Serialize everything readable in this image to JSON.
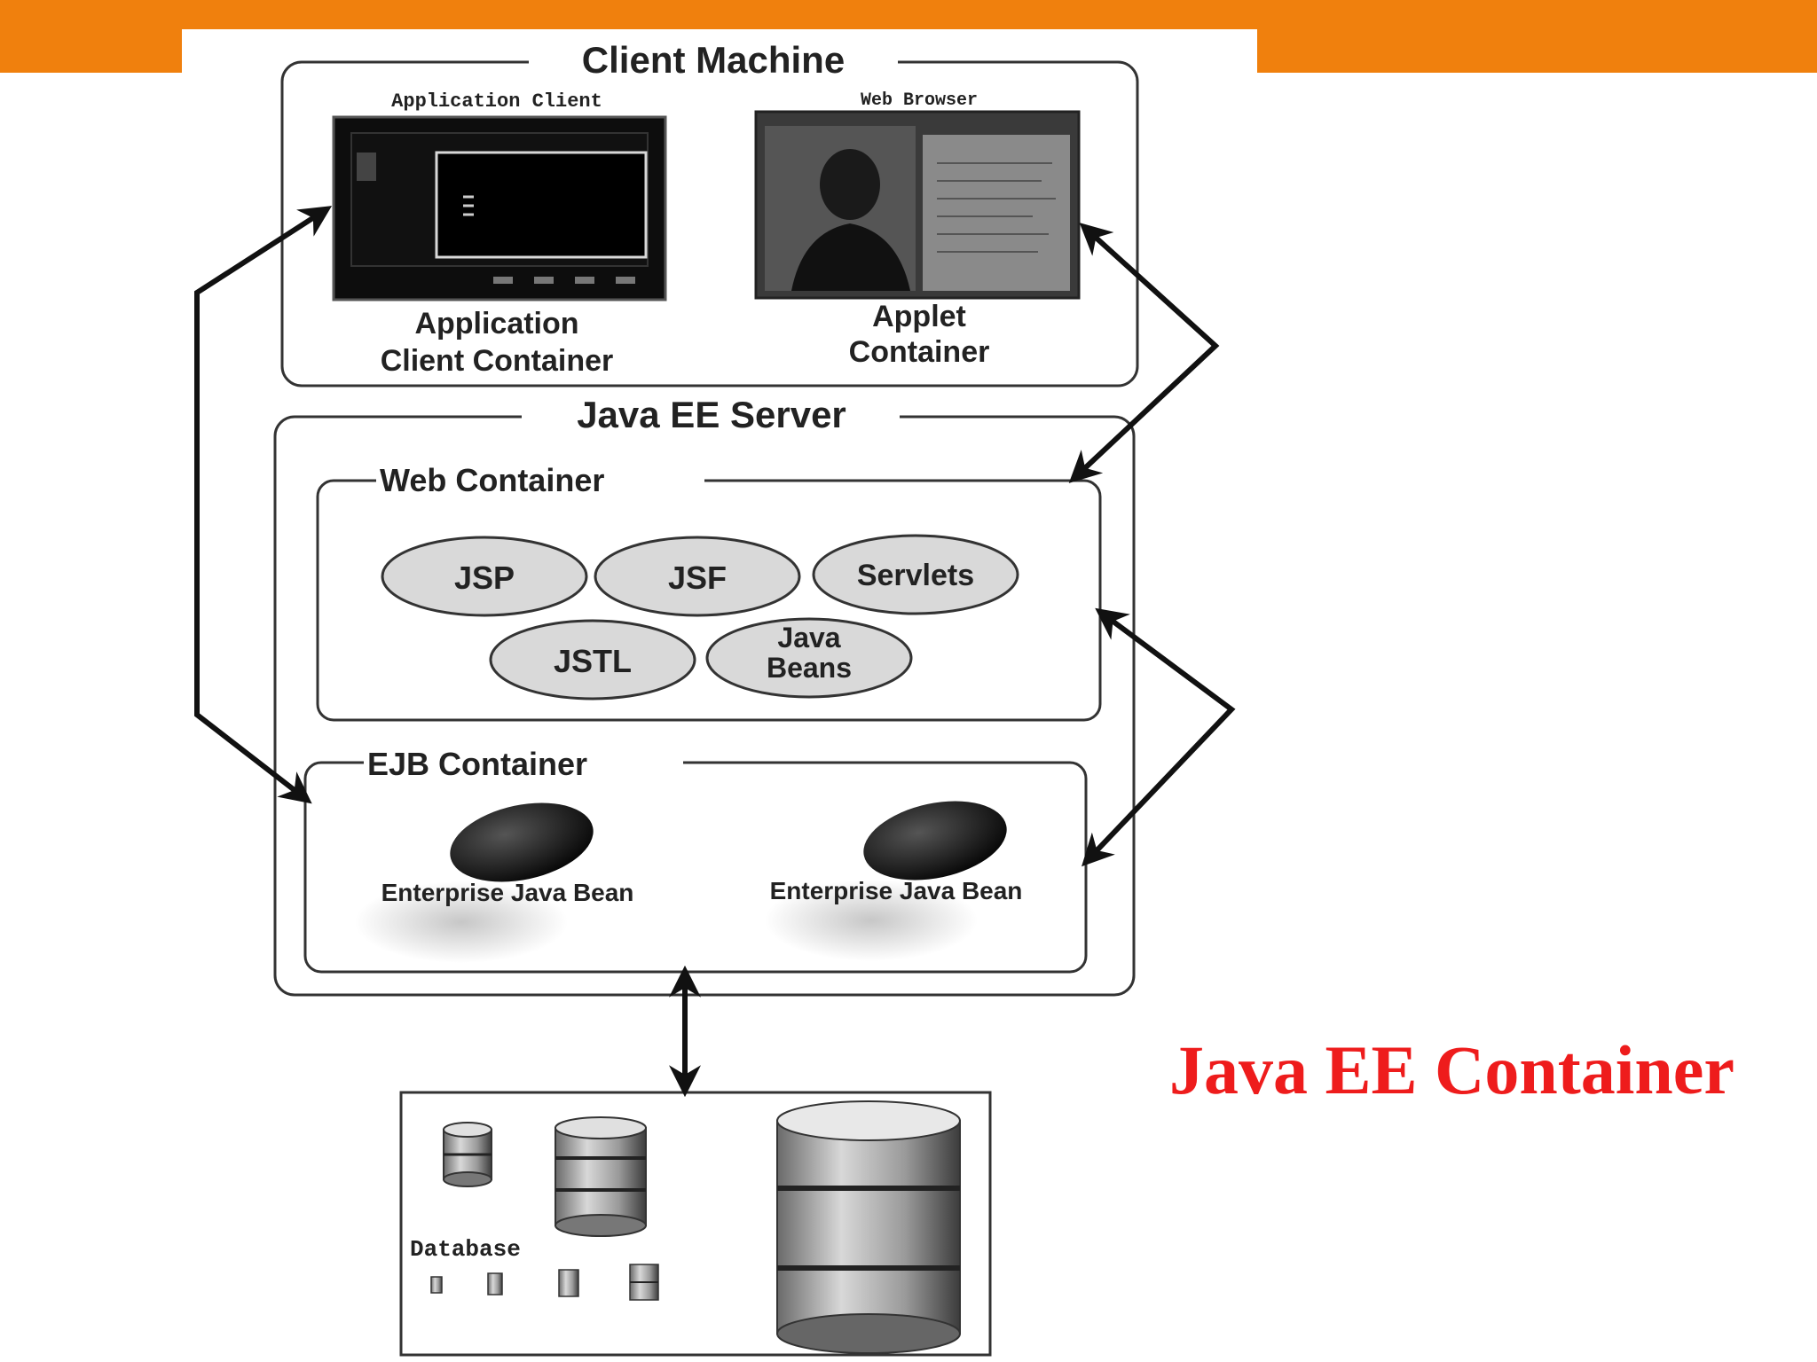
{
  "slide": {
    "title": "Java EE Container",
    "title_color": "#ee1c1c",
    "accent_color": "#f0800d"
  },
  "diagram": {
    "client_machine": {
      "title": "Client Machine",
      "app_client_caption": "Application Client",
      "web_browser_caption": "Web Browser",
      "app_client_container": [
        "Application",
        "Client Container"
      ],
      "applet_container": [
        "Applet",
        "Container"
      ]
    },
    "server": {
      "title": "Java EE Server",
      "web_container": {
        "title": "Web Container",
        "components": [
          "JSP",
          "JSF",
          "Servlets",
          "JSTL",
          "Java Beans"
        ]
      },
      "ejb_container": {
        "title": "EJB Container",
        "beans": [
          "Enterprise Java Bean",
          "Enterprise Java Bean"
        ]
      }
    },
    "database": {
      "label": "Database"
    }
  }
}
